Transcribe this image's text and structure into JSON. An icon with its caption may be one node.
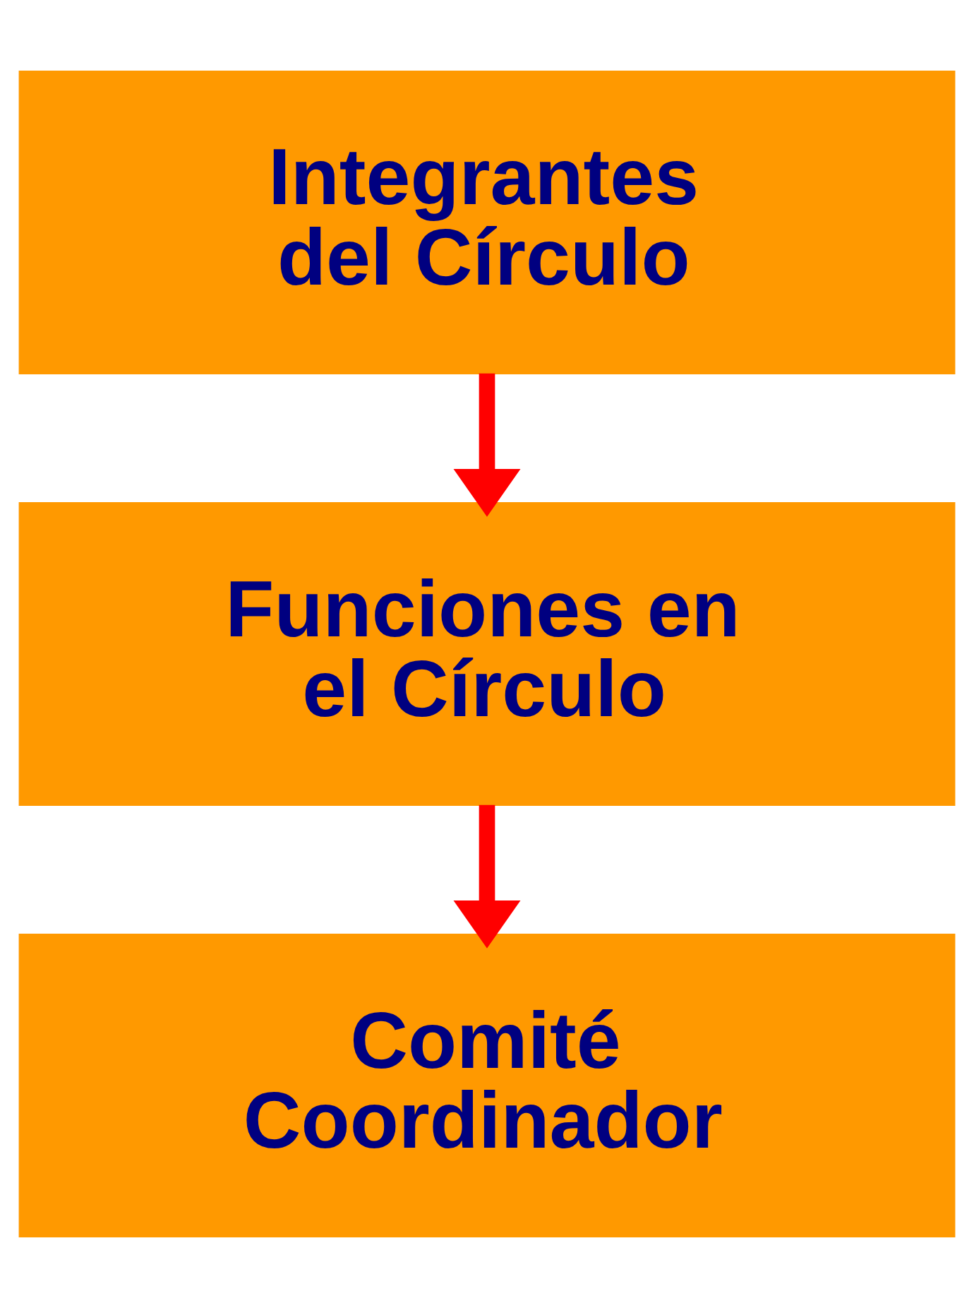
{
  "diagram": {
    "nodes": [
      {
        "text": [
          "Integrantes del Círculo"
        ]
      },
      {
        "text": [
          "Funciones en el Círculo"
        ]
      },
      {
        "text": [
          "Comité Coordinador"
        ]
      }
    ],
    "edges": [
      {
        "from": 0,
        "to": 1,
        "arrow": "to"
      },
      {
        "from": 1,
        "to": 2,
        "arrow": "to"
      }
    ]
  }
}
